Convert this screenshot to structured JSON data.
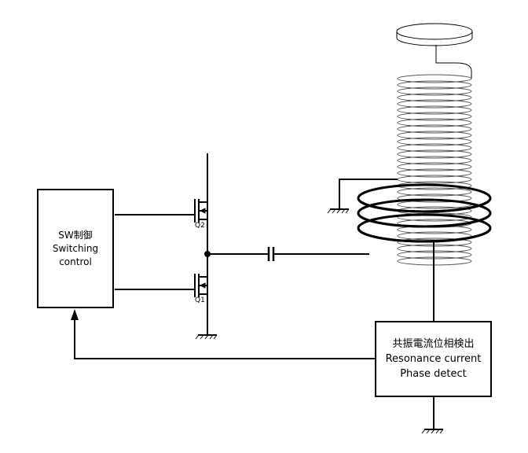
{
  "switching_control": {
    "line1": "SW制御",
    "line2": "Switching",
    "line3": "control"
  },
  "phase_detect": {
    "line1": "共振電流位相検出",
    "line2": "Resonance current",
    "line3": "Phase detect"
  },
  "transistors": {
    "q1": "Q1",
    "q2": "Q2"
  }
}
